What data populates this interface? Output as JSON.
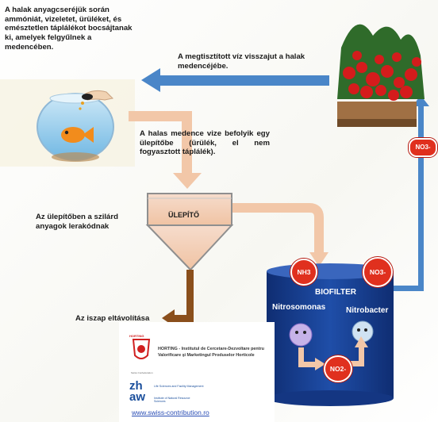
{
  "texts": {
    "fish_waste": "A halak anyagcseréjük során ammóniát, vizeletet, ürüléket, és emésztetlen táplálékot bocsájtanak ki, amelyek felgyűlnek a medencében.",
    "return_water": "A megtisztított víz visszajut a halak medencéjébe.",
    "flows_settler": "A halas medence vize befolyik egy ülepítőbe (ürülék, el nem fogyasztott táplálék).",
    "solids_settle": "Az ülepítőben a szilárd anyagok lerakódnak",
    "sludge_removal": "Az iszap eltávolítása",
    "settler_label": "ÜLEPÍTŐ",
    "biofilter_label": "BIOFILTER",
    "nitrosomonas": "Nitrosomonas",
    "nitrobacter": "Nitrobacter"
  },
  "bubbles": {
    "nh3": "NH3",
    "no3_in": "NO3-",
    "no2": "NO2-",
    "no3_out": "NO3-"
  },
  "logos": {
    "horting_name": "HORTING",
    "horting_text": "HORTING - Institutul de Cercetare-Dezvoltare pentru Valorificare şi Marketingul Produselor Horticole",
    "swiss_small": "Swiss Confederation",
    "zhaw_mark": "zh aw",
    "zhaw_dept": "Life Sciences and Facility Management",
    "zhaw_inst": "Institute of Natural Resource Sciences",
    "website": "www.swiss-contribution.ro"
  },
  "colors": {
    "flow_blue": "#4a86c8",
    "flow_peach": "#f2c7a8",
    "bubble_red": "#e0301e",
    "biofilter_blue": "#1b3f8f",
    "sludge_brown": "#8a4f1c"
  }
}
